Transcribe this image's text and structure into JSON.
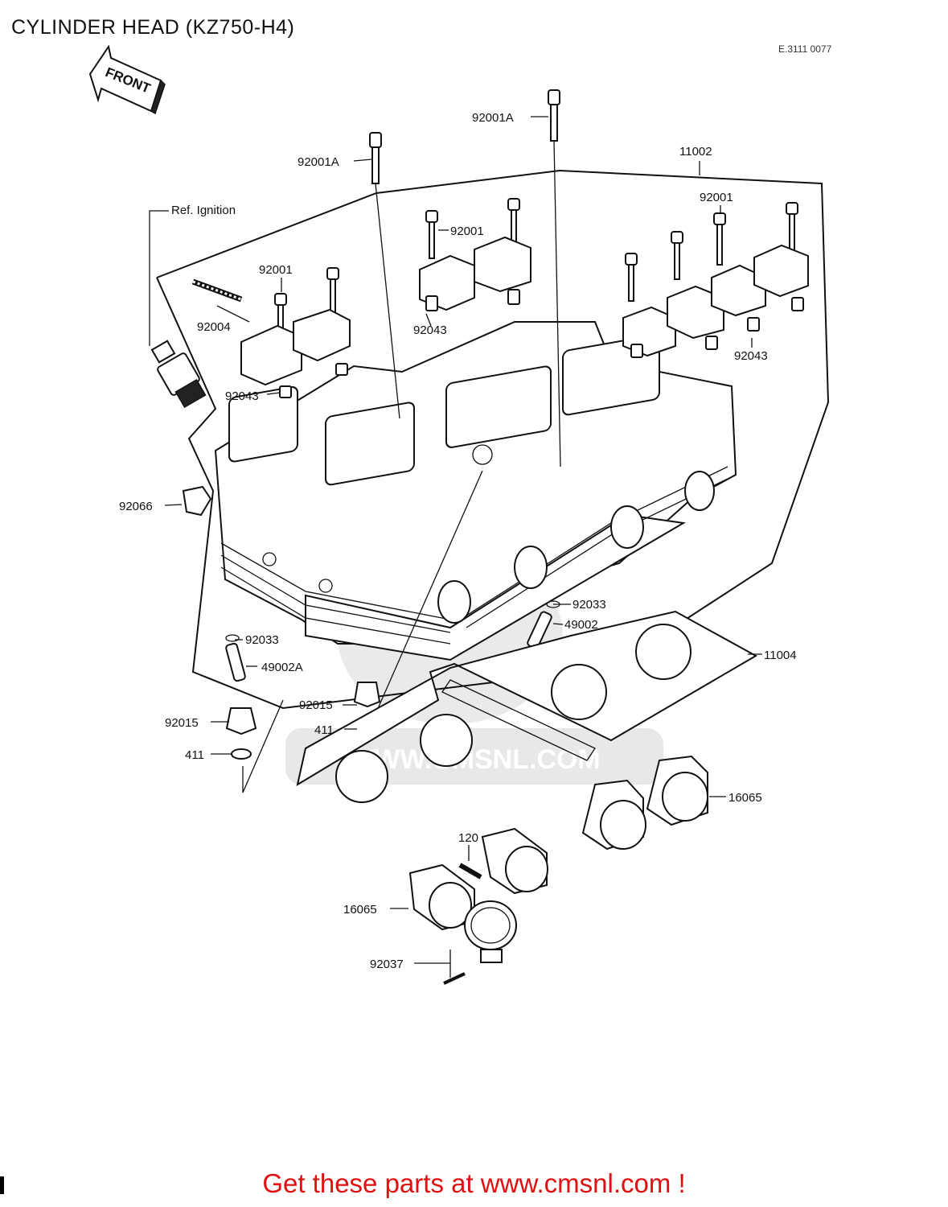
{
  "page": {
    "title": "CYLINDER HEAD (KZ750-H4)",
    "drawing_code": "E.3111 0077",
    "footer": "Get these parts at www.cmsnl.com !",
    "footer_color": "#e01010"
  },
  "diagram": {
    "front_arrow_label": "FRONT",
    "reference_label": "Ref. Ignition",
    "watermark_text": "WWW.CMSNL.COM",
    "part_labels": [
      {
        "id": "92001A-left",
        "text": "92001A"
      },
      {
        "id": "92001A-center",
        "text": "92001A"
      },
      {
        "id": "11002",
        "text": "11002"
      },
      {
        "id": "92001-right",
        "text": "92001"
      },
      {
        "id": "92001-center",
        "text": "92001"
      },
      {
        "id": "92001-left",
        "text": "92001"
      },
      {
        "id": "92004",
        "text": "92004"
      },
      {
        "id": "92043-center",
        "text": "92043"
      },
      {
        "id": "92043-right",
        "text": "92043"
      },
      {
        "id": "92043-left",
        "text": "92043"
      },
      {
        "id": "92066",
        "text": "92066"
      },
      {
        "id": "92033-right",
        "text": "92033"
      },
      {
        "id": "49002",
        "text": "49002"
      },
      {
        "id": "11004",
        "text": "11004"
      },
      {
        "id": "92033-left",
        "text": "92033"
      },
      {
        "id": "49002A",
        "text": "49002A"
      },
      {
        "id": "92015-center",
        "text": "92015"
      },
      {
        "id": "411-center",
        "text": "411"
      },
      {
        "id": "92015-left",
        "text": "92015"
      },
      {
        "id": "411-left",
        "text": "411"
      },
      {
        "id": "16065-right",
        "text": "16065"
      },
      {
        "id": "120",
        "text": "120"
      },
      {
        "id": "16065-left",
        "text": "16065"
      },
      {
        "id": "92037",
        "text": "92037"
      }
    ]
  }
}
